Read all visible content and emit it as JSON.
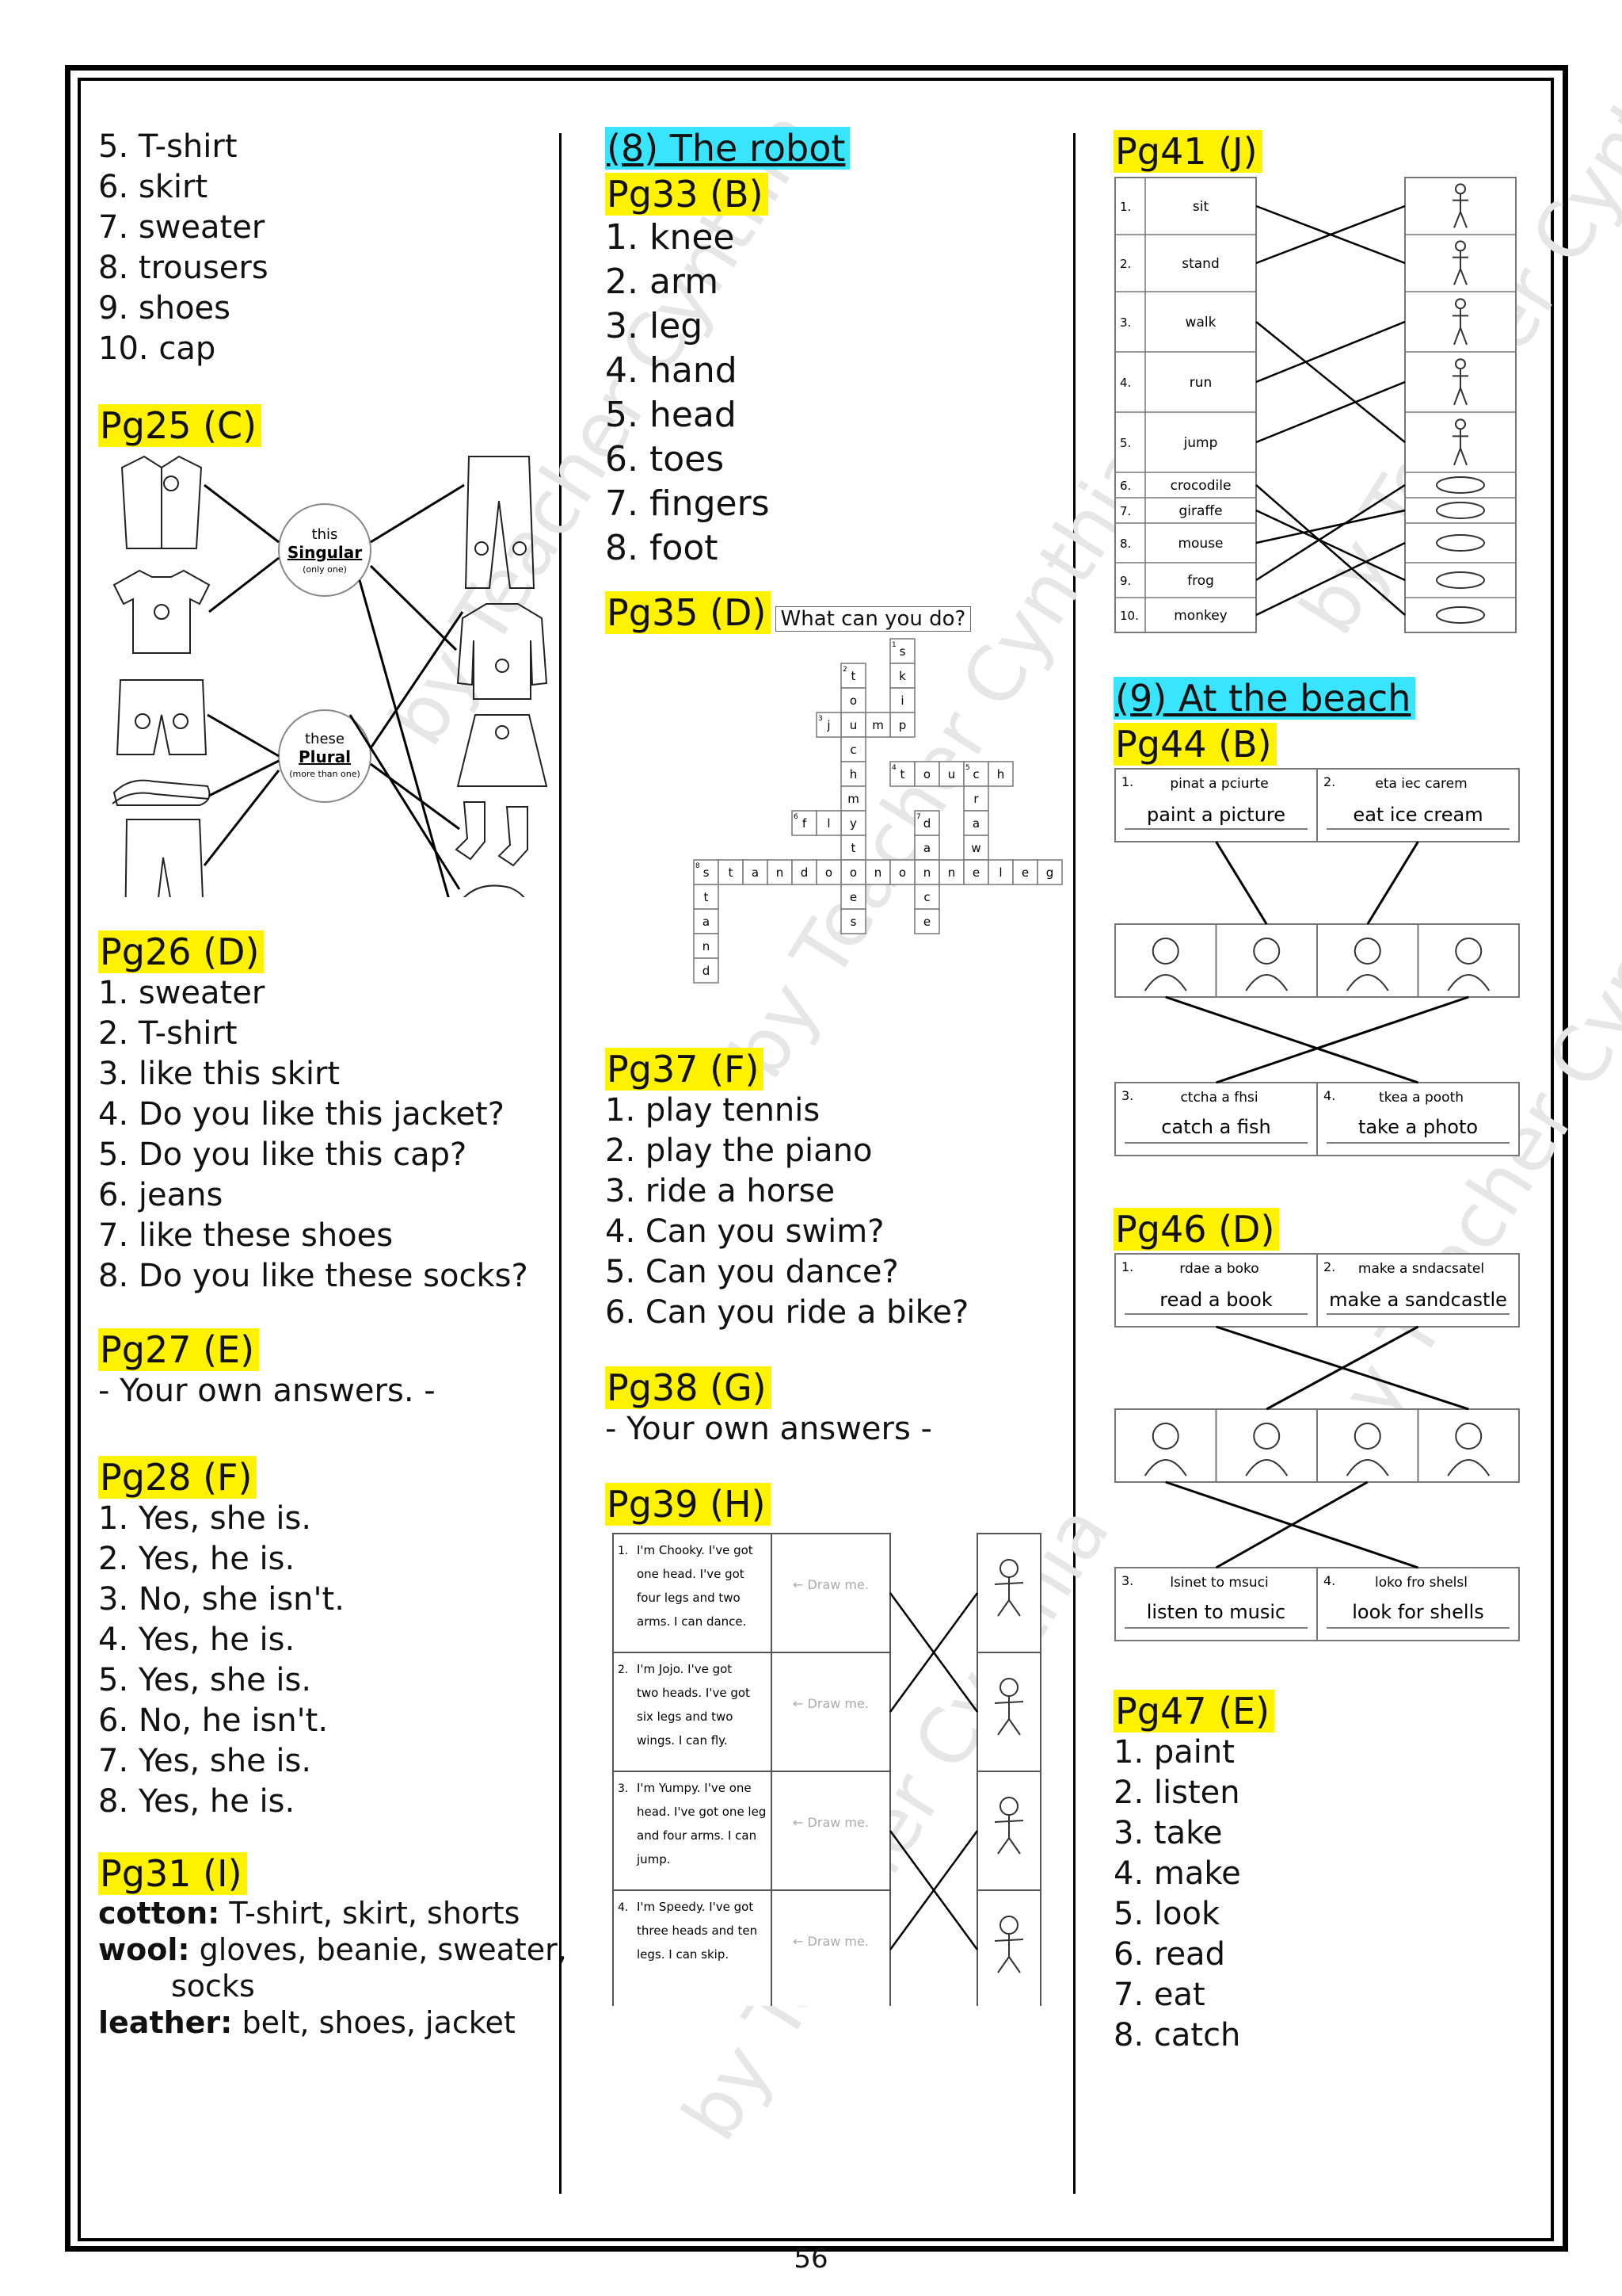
{
  "page_number": "56",
  "col1": {
    "intro_items": [
      "5. T-shirt",
      "6. skirt",
      "7. sweater",
      "8. trousers",
      "9. shoes",
      "10. cap"
    ],
    "pg25": {
      "heading": "Pg25 (C)",
      "singular_top": "this",
      "singular_word": "Singular",
      "singular_note": "(only one)",
      "plural_top": "these",
      "plural_word": "Plural",
      "plural_note": "(more than one)"
    },
    "pg26": {
      "heading": "Pg26 (D)",
      "items": [
        "1. sweater",
        "2. T-shirt",
        "3. like this skirt",
        "4. Do you like this jacket?",
        "5. Do you like this cap?",
        "6. jeans",
        "7. like these shoes",
        "8. Do you like these socks?"
      ]
    },
    "pg27": {
      "heading": "Pg27 (E)",
      "text": "- Your own answers. -"
    },
    "pg28": {
      "heading": "Pg28 (F)",
      "items": [
        "1. Yes, she is.",
        "2. Yes, he is.",
        "3. No, she isn't.",
        "4. Yes, he is.",
        "5. Yes, she is.",
        "6. No, he isn't.",
        "7. Yes, she is.",
        "8. Yes, he is."
      ]
    },
    "pg31": {
      "heading": "Pg31 (I)",
      "cotton_label": "cotton:",
      "cotton_text": "T-shirt, skirt, shorts",
      "wool_label": "wool:",
      "wool_text": "gloves, beanie, sweater,",
      "wool_text2": "socks",
      "leather_label": "leather:",
      "leather_text": "belt, shoes, jacket"
    }
  },
  "col2": {
    "section8": "(8) The robot",
    "pg33": {
      "heading": "Pg33 (B)",
      "items": [
        "1. knee",
        "2. arm",
        "3. leg",
        "4. hand",
        "5. head",
        "6. toes",
        "7. fingers",
        "8. foot"
      ]
    },
    "pg35": {
      "heading": "Pg35 (D)",
      "prompt": "What can you do?"
    },
    "pg37": {
      "heading": "Pg37 (F)",
      "items": [
        "1. play tennis",
        "2. play the piano",
        "3. ride a horse",
        "4. Can you swim?",
        "5. Can you dance?",
        "6. Can you ride a bike?"
      ]
    },
    "pg38": {
      "heading": "Pg38 (G)",
      "text": "- Your own answers -"
    },
    "pg39": {
      "heading": "Pg39 (H)",
      "draw_me": "← Draw me.",
      "rows": [
        {
          "num": "1.",
          "l1": "I'm Chooky. I've got",
          "l2": "one head. I've got",
          "l3": "four legs and two",
          "l4": "arms. I can dance."
        },
        {
          "num": "2.",
          "l1": "I'm Jojo. I've got",
          "l2": "two heads. I've got",
          "l3": "six legs and two",
          "l4": "wings. I can fly."
        },
        {
          "num": "3.",
          "l1": "I'm Yumpy. I've one",
          "l2": "head. I've got one leg",
          "l3": "and four arms. I can",
          "l4": "jump."
        },
        {
          "num": "4.",
          "l1": "I'm Speedy. I've got",
          "l2": "three heads and ten",
          "l3": "legs. I can skip.",
          "l4": ""
        }
      ]
    }
  },
  "col3": {
    "pg41": {
      "heading": "Pg41 (J)",
      "rows": [
        {
          "n": "1.",
          "w": "sit"
        },
        {
          "n": "2.",
          "w": "stand"
        },
        {
          "n": "3.",
          "w": "walk"
        },
        {
          "n": "4.",
          "w": "run"
        },
        {
          "n": "5.",
          "w": "jump"
        },
        {
          "n": "6.",
          "w": "crocodile"
        },
        {
          "n": "7.",
          "w": "giraffe"
        },
        {
          "n": "8.",
          "w": "mouse"
        },
        {
          "n": "9.",
          "w": "frog"
        },
        {
          "n": "10.",
          "w": "monkey"
        }
      ]
    },
    "section9": "(9) At the beach",
    "pg44": {
      "heading": "Pg44 (B)",
      "top": [
        {
          "n": "1.",
          "scr": "pinat a pciurte",
          "ans": "paint a picture"
        },
        {
          "n": "2.",
          "scr": "eta iec carem",
          "ans": "eat ice cream"
        }
      ],
      "bottom": [
        {
          "n": "3.",
          "scr": "ctcha a fhsi",
          "ans": "catch a fish"
        },
        {
          "n": "4.",
          "scr": "tkea a pooth",
          "ans": "take a photo"
        }
      ]
    },
    "pg46": {
      "heading": "Pg46 (D)",
      "top": [
        {
          "n": "1.",
          "scr": "rdae a boko",
          "ans": "read a book"
        },
        {
          "n": "2.",
          "scr": "make a sndacsatel",
          "ans": "make a sandcastle"
        }
      ],
      "bottom": [
        {
          "n": "3.",
          "scr": "lsinet to msuci",
          "ans": "listen to music"
        },
        {
          "n": "4.",
          "scr": "loko fro shelsl",
          "ans": "look for shells"
        }
      ]
    },
    "pg47": {
      "heading": "Pg47 (E)",
      "items": [
        "1. paint",
        "2. listen",
        "3. take",
        "4. make",
        "5. look",
        "6. read",
        "7. eat",
        "8. catch"
      ]
    }
  },
  "crossword": {
    "cells": [
      {
        "c": "s",
        "r": 0,
        "k": 8,
        "n": "1"
      },
      {
        "c": "k",
        "r": 1,
        "k": 8
      },
      {
        "c": "i",
        "r": 2,
        "k": 8
      },
      {
        "c": "p",
        "r": 3,
        "k": 8
      },
      {
        "c": "t",
        "r": 1,
        "k": 6,
        "n": "2"
      },
      {
        "c": "o",
        "r": 2,
        "k": 6
      },
      {
        "c": "u",
        "r": 3,
        "k": 6
      },
      {
        "c": "c",
        "r": 4,
        "k": 6
      },
      {
        "c": "h",
        "r": 5,
        "k": 6
      },
      {
        "c": "m",
        "r": 6,
        "k": 6
      },
      {
        "c": "y",
        "r": 7,
        "k": 6
      },
      {
        "c": "t",
        "r": 8,
        "k": 6
      },
      {
        "c": "o",
        "r": 9,
        "k": 6
      },
      {
        "c": "e",
        "r": 10,
        "k": 6
      },
      {
        "c": "s",
        "r": 11,
        "k": 6
      },
      {
        "c": "j",
        "r": 3,
        "k": 5,
        "n": "3"
      },
      {
        "c": "m",
        "r": 3,
        "k": 7
      },
      {
        "c": "t",
        "r": 5,
        "k": 8,
        "n": "4"
      },
      {
        "c": "o",
        "r": 5,
        "k": 9
      },
      {
        "c": "u",
        "r": 5,
        "k": 10
      },
      {
        "c": "c",
        "r": 5,
        "k": 11,
        "n": "5"
      },
      {
        "c": "h",
        "r": 5,
        "k": 12
      },
      {
        "c": "r",
        "r": 6,
        "k": 11
      },
      {
        "c": "a",
        "r": 7,
        "k": 11
      },
      {
        "c": "w",
        "r": 8,
        "k": 11
      },
      {
        "c": "f",
        "r": 7,
        "k": 4,
        "n": "6"
      },
      {
        "c": "l",
        "r": 7,
        "k": 5
      },
      {
        "c": "d",
        "r": 7,
        "k": 9,
        "n": "7"
      },
      {
        "c": "a",
        "r": 8,
        "k": 9
      },
      {
        "c": "n",
        "r": 9,
        "k": 9
      },
      {
        "c": "c",
        "r": 10,
        "k": 9
      },
      {
        "c": "e",
        "r": 11,
        "k": 9
      },
      {
        "c": "s",
        "r": 9,
        "k": 0,
        "n": "8"
      },
      {
        "c": "t",
        "r": 9,
        "k": 1
      },
      {
        "c": "a",
        "r": 9,
        "k": 2
      },
      {
        "c": "n",
        "r": 9,
        "k": 3
      },
      {
        "c": "d",
        "r": 9,
        "k": 4
      },
      {
        "c": "o",
        "r": 9,
        "k": 5
      },
      {
        "c": "n",
        "r": 9,
        "k": 7
      },
      {
        "c": "o",
        "r": 9,
        "k": 8
      },
      {
        "c": "n",
        "r": 9,
        "k": 10
      },
      {
        "c": "e",
        "r": 9,
        "k": 11
      },
      {
        "c": "l",
        "r": 9,
        "k": 12
      },
      {
        "c": "e",
        "r": 9,
        "k": 13
      },
      {
        "c": "g",
        "r": 9,
        "k": 14
      },
      {
        "c": "t",
        "r": 10,
        "k": 0
      },
      {
        "c": "a",
        "r": 11,
        "k": 0
      },
      {
        "c": "n",
        "r": 12,
        "k": 0
      },
      {
        "c": "d",
        "r": 13,
        "k": 0
      }
    ]
  },
  "watermark": "by Teacher Cynthia"
}
